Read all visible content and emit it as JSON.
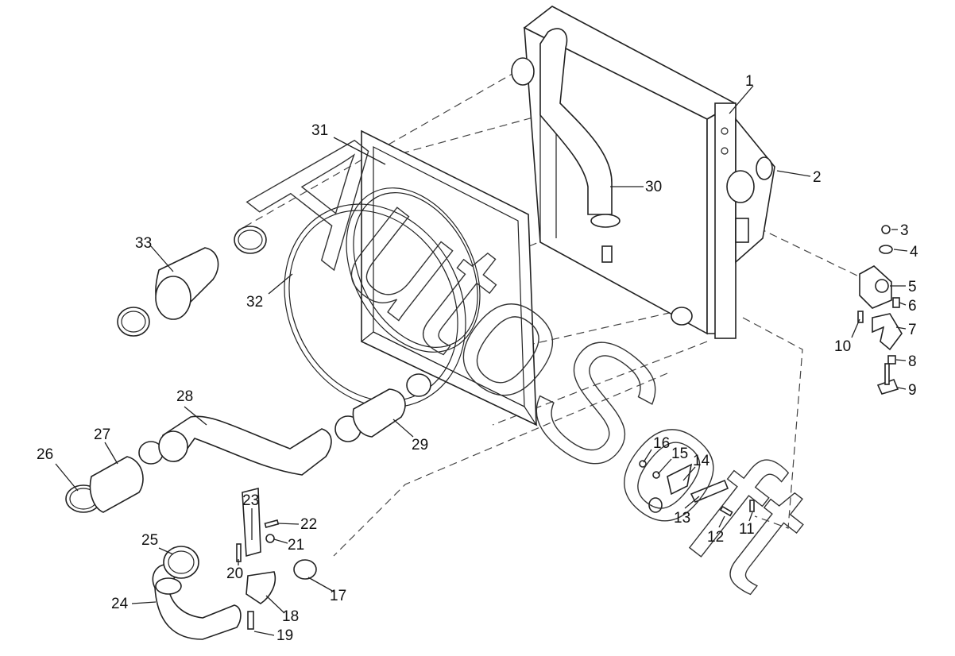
{
  "watermark": "AutoSoft",
  "callouts": [
    {
      "id": "1",
      "label": "1"
    },
    {
      "id": "2",
      "label": "2"
    },
    {
      "id": "3",
      "label": "3"
    },
    {
      "id": "4",
      "label": "4"
    },
    {
      "id": "5",
      "label": "5"
    },
    {
      "id": "6",
      "label": "6"
    },
    {
      "id": "7",
      "label": "7"
    },
    {
      "id": "8",
      "label": "8"
    },
    {
      "id": "9",
      "label": "9"
    },
    {
      "id": "10",
      "label": "10"
    },
    {
      "id": "11",
      "label": "11"
    },
    {
      "id": "12",
      "label": "12"
    },
    {
      "id": "13",
      "label": "13"
    },
    {
      "id": "14",
      "label": "14"
    },
    {
      "id": "15",
      "label": "15"
    },
    {
      "id": "16",
      "label": "16"
    },
    {
      "id": "17",
      "label": "17"
    },
    {
      "id": "18",
      "label": "18"
    },
    {
      "id": "19",
      "label": "19"
    },
    {
      "id": "20",
      "label": "20"
    },
    {
      "id": "21",
      "label": "21"
    },
    {
      "id": "22",
      "label": "22"
    },
    {
      "id": "23",
      "label": "23"
    },
    {
      "id": "24",
      "label": "24"
    },
    {
      "id": "25",
      "label": "25"
    },
    {
      "id": "26",
      "label": "26"
    },
    {
      "id": "27",
      "label": "27"
    },
    {
      "id": "28",
      "label": "28"
    },
    {
      "id": "29",
      "label": "29"
    },
    {
      "id": "30",
      "label": "30"
    },
    {
      "id": "31",
      "label": "31"
    },
    {
      "id": "32",
      "label": "32"
    },
    {
      "id": "33",
      "label": "33"
    }
  ]
}
